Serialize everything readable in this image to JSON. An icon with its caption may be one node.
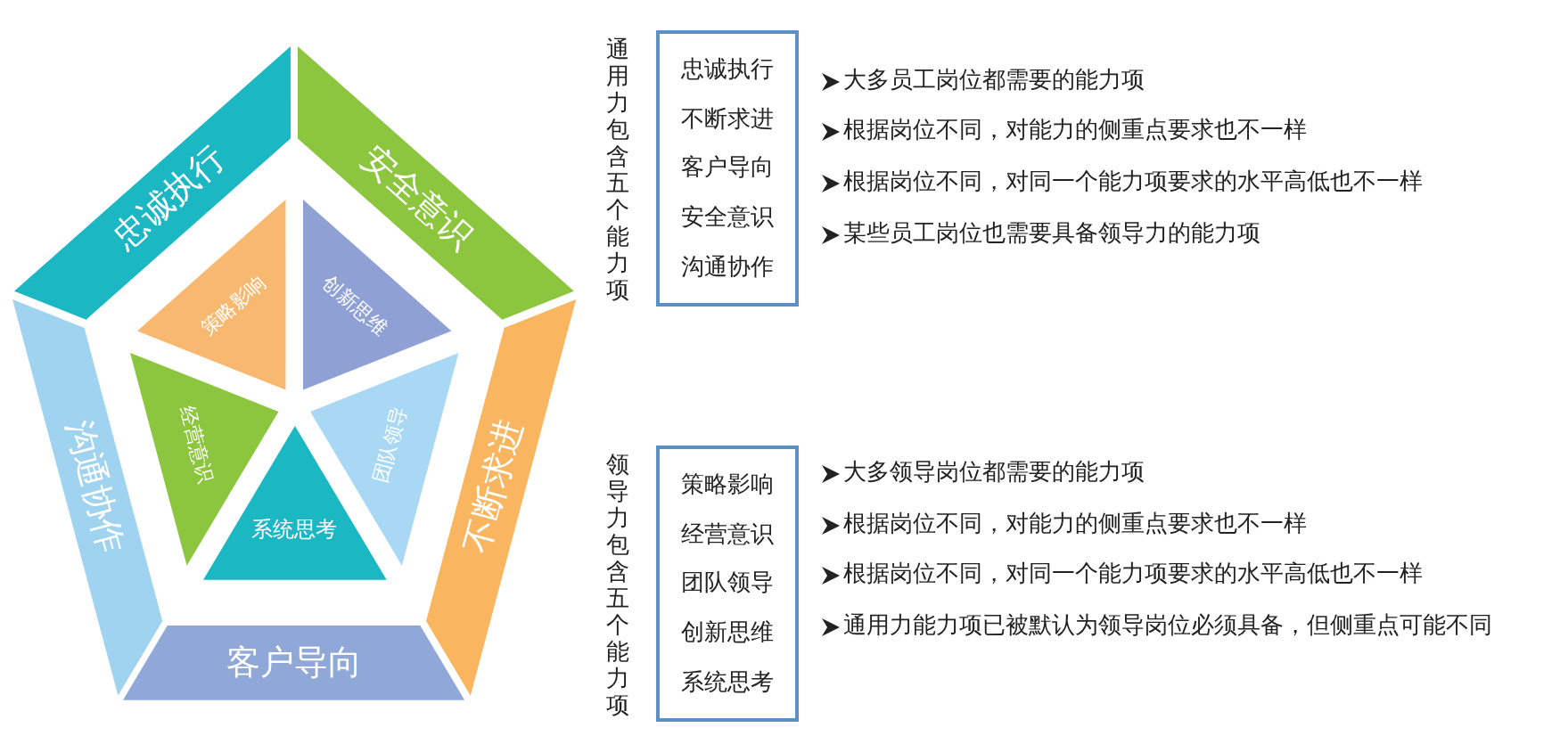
{
  "diagram": {
    "nodes": [
      {
        "text": [
          "忠诚执行"
        ]
      },
      {
        "text": [
          "安全意识"
        ]
      },
      {
        "text": [
          "沟通协作"
        ]
      },
      {
        "text": [
          "不断求进"
        ]
      },
      {
        "text": [
          "客户导向"
        ]
      },
      {
        "text": [
          "策略影响"
        ]
      },
      {
        "text": [
          "创新思维"
        ]
      },
      {
        "text": [
          "经营意识"
        ]
      },
      {
        "text": [
          "团队领导"
        ]
      },
      {
        "text": [
          "系统思考"
        ]
      },
      {
        "text": [
          "通用力包含五个能力项",
          "忠诚执行",
          "不断求进",
          "客户导向",
          "安全意识",
          "沟通协作"
        ]
      },
      {
        "text": [
          "领导力包含五个能力项",
          "策略影响",
          "经营意识",
          "团队领导",
          "创新思维",
          "系统思考"
        ]
      }
    ],
    "labels": [
      "大多员工岗位都需要的能力项",
      "根据岗位不同，对能力的侧重点要求也不一样",
      "根据岗位不同，对同一个能力项要求的水平高低也不一样",
      "某些员工岗位也需要具备领导力的能力项",
      "大多领导岗位都需要的能力项",
      "根据岗位不同，对能力的侧重点要求也不一样",
      "根据岗位不同，对同一个能力项要求的水平高低也不一样",
      "通用力能力项已被默认为领导岗位必须具备，但侧重点可能不同"
    ]
  }
}
